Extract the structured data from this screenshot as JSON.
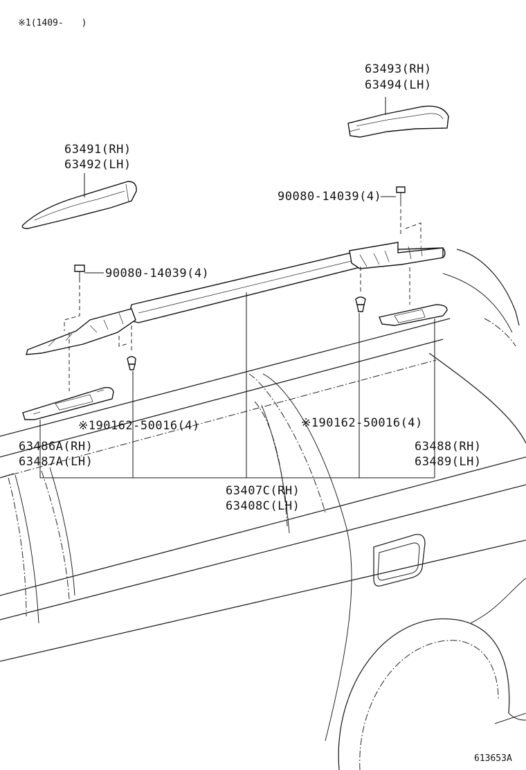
{
  "note": "※1(1409-　　)",
  "code": "613653A",
  "labels": {
    "cover_rear_rh": "63493(RH)",
    "cover_rear_lh": "63494(LH)",
    "cover_front_rh": "63491(RH)",
    "cover_front_lh": "63492(LH)",
    "screw_rear": "90080-14039(4)",
    "screw_front": "90080-14039(4)",
    "clip_front": "※190162-50016(4)",
    "clip_rear": "※190162-50016(4)",
    "pad_front_rh": "63486A(RH)",
    "pad_front_lh": "63487A(LH)",
    "pad_rear_rh": "63488(RH)",
    "pad_rear_lh": "63489(LH)",
    "rail_rh": "63407C(RH)",
    "rail_lh": "63408C(LH)"
  }
}
